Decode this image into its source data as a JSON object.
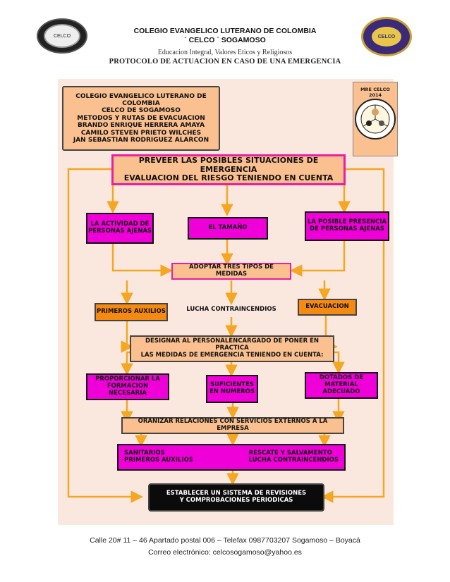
{
  "header": {
    "school_name": "COLEGIO EVANGELICO LUTERANO DE COLOMBIA",
    "school_short": "´ CELCO ´ SOGAMOSO",
    "motto": "Educacion Integral, Valores Eticos y Religiosos",
    "protocol_title": "PROTOCOLO DE ACTUACION EN CASO DE UNA EMERGENCIA",
    "left_logo_text": "CELCO",
    "right_logo_text": "CELCO"
  },
  "diagram": {
    "credits": [
      "COLEGIO EVANGELICO LUTERANO DE COLOMBIA",
      "CELCO DE SOGAMOSO",
      "METODOS Y RUTAS DE EVACUACION",
      "BRANDO ENRIQUE HERRERA AMAYA",
      "CAMILO STEVEN PRIETO WILCHES",
      "JAN SEBASTIAN RODRIGUEZ ALARCON"
    ],
    "badge_text": "MRE CELCO 2014",
    "main_title": [
      "PREVEER LAS POSIBLES SITUACIONES DE EMERGENCIA",
      "EVALUACION DEL RIESGO TENIENDO EN CUENTA"
    ],
    "factors": {
      "left": [
        "LA ACTIVIDAD DE",
        "PERSONAS AJENAS"
      ],
      "center": "EL TAMAÑO",
      "right": [
        "LA POSIBLE PRESENCIA",
        "DE PERSONAS AJENAS"
      ]
    },
    "adopt": "ADOPTAR TRES TIPOS DE MEDIDAS",
    "measures": {
      "first_aid": "PRIMEROS AUXILIOS",
      "fire": "LUCHA CONTRAINCENDIOS",
      "evacuation": "EVACUACION"
    },
    "designate": [
      "DESIGNAR AL PERSONALENCARGADO DE PONER EN PRACTICA",
      "LAS MEDIDAS DE EMERGENCIA TENIENDO EN CUENTA:"
    ],
    "requirements": {
      "left": [
        "PROPORCIONAR LA",
        "FORMACION NECESARIA"
      ],
      "center": [
        "SUFICIENTES",
        "EN NUMEROS"
      ],
      "right": [
        "DOTADOS DE",
        "MATERIAL ADECUADO"
      ]
    },
    "organize": "ORANIZAR RELACIONES CON SERVICIOS EXTERNOS A LA EMPRESA",
    "services": {
      "left": [
        "SANITARIOS",
        "PRIMEROS AUXILIOS"
      ],
      "right": [
        "RESCATE Y SALVAMENTO",
        "LUCHA CONTRAINCENDIOS"
      ]
    },
    "final": [
      "ESTABLECER UN SISTEMA DE REVISIONES",
      "Y COMPROBACIONES PERIODICAS"
    ],
    "colors": {
      "peach": "#fbc08f",
      "magenta": "#f000d8",
      "orange": "#f58a12",
      "arrow": "#f5a623",
      "final_bg": "#0b0b0b"
    }
  },
  "footer": {
    "address": "Calle 20# 11 – 46 Apartado postal 006 – Telefax 0987703207 Sogamoso – Boyacá",
    "email": "Correo electrónico: celcosogamoso@yahoo.es"
  }
}
